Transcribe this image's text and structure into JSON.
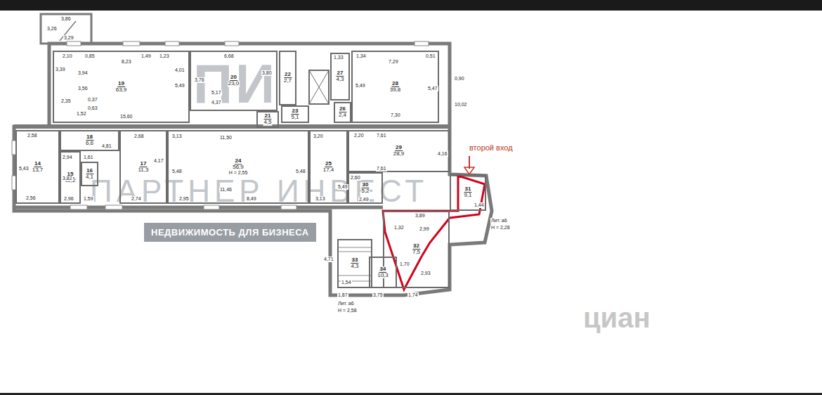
{
  "diagram": {
    "nodes": [
      {
        "text": [
          "19",
          "63,9"
        ]
      },
      {
        "text": [
          "20",
          "23,0"
        ]
      },
      {
        "text": [
          "21",
          "4,5"
        ]
      },
      {
        "text": [
          "22",
          "2,7"
        ]
      },
      {
        "text": [
          "23",
          "5,1"
        ]
      },
      {
        "text": [
          "27",
          "4,3"
        ]
      },
      {
        "text": [
          "26",
          "2,4"
        ]
      },
      {
        "text": [
          "28",
          "39,8"
        ]
      },
      {
        "text": [
          "14",
          "13,7"
        ]
      },
      {
        "text": [
          "18",
          "6,6"
        ]
      },
      {
        "text": [
          "15",
          "11,2"
        ]
      },
      {
        "text": [
          "16",
          "4,1"
        ]
      },
      {
        "text": [
          "17",
          "11,3"
        ]
      },
      {
        "text": [
          "24",
          "56,9",
          "Н = 2,55"
        ]
      },
      {
        "text": [
          "25",
          "17,4"
        ]
      },
      {
        "text": [
          "29",
          "28,9"
        ]
      },
      {
        "text": [
          "30",
          "5,2"
        ]
      },
      {
        "text": [
          "31",
          "9,1"
        ]
      },
      {
        "text": [
          "32",
          "7,5"
        ]
      },
      {
        "text": [
          "33",
          "4,3"
        ]
      },
      {
        "text": [
          "34",
          "10,3"
        ]
      }
    ],
    "labels": [
      "3,86",
      "3,26",
      "3,29",
      "2,10",
      "0,85",
      "8,23",
      "1,49",
      "1,23",
      "3,39",
      "3,94",
      "3,56",
      "5,49",
      "4,01",
      "0,37",
      "2,35",
      "0,63",
      "1,52",
      "15,60",
      "6,68",
      "3,76",
      "3,80",
      "5,17",
      "4,37",
      "1,33",
      "1,34",
      "7,29",
      "0,51",
      "5,49",
      "5,47",
      "7,30",
      "0,90",
      "10,02",
      "2,58",
      "5,43",
      "2,56",
      "4,81",
      "2,94",
      "3,82",
      "2,96",
      "1,61",
      "1,59",
      "2,68",
      "4,17",
      "2,74",
      "3,13",
      "11,50",
      "5,48",
      "5,48",
      "11,46",
      "2,95",
      "8,49",
      "3,20",
      "5,49",
      "3,13",
      "2,20",
      "7,61",
      "7,61",
      "4,16",
      "2,60",
      "2,49",
      "1,44",
      "Лит. а6",
      "Н = 2,28",
      "3,89",
      "1,32",
      "2,99",
      "1,70",
      "2,93",
      "4,71",
      "1,54",
      "1,87",
      "3,75",
      "1,74",
      "Лит. а6",
      "Н = 2,58",
      "ПИ",
      "ПАРТНЕР ИНВЕСТ",
      "НЕДВИЖИМОСТЬ ДЛЯ БИЗНЕСА",
      "второй вход",
      "циан"
    ]
  }
}
